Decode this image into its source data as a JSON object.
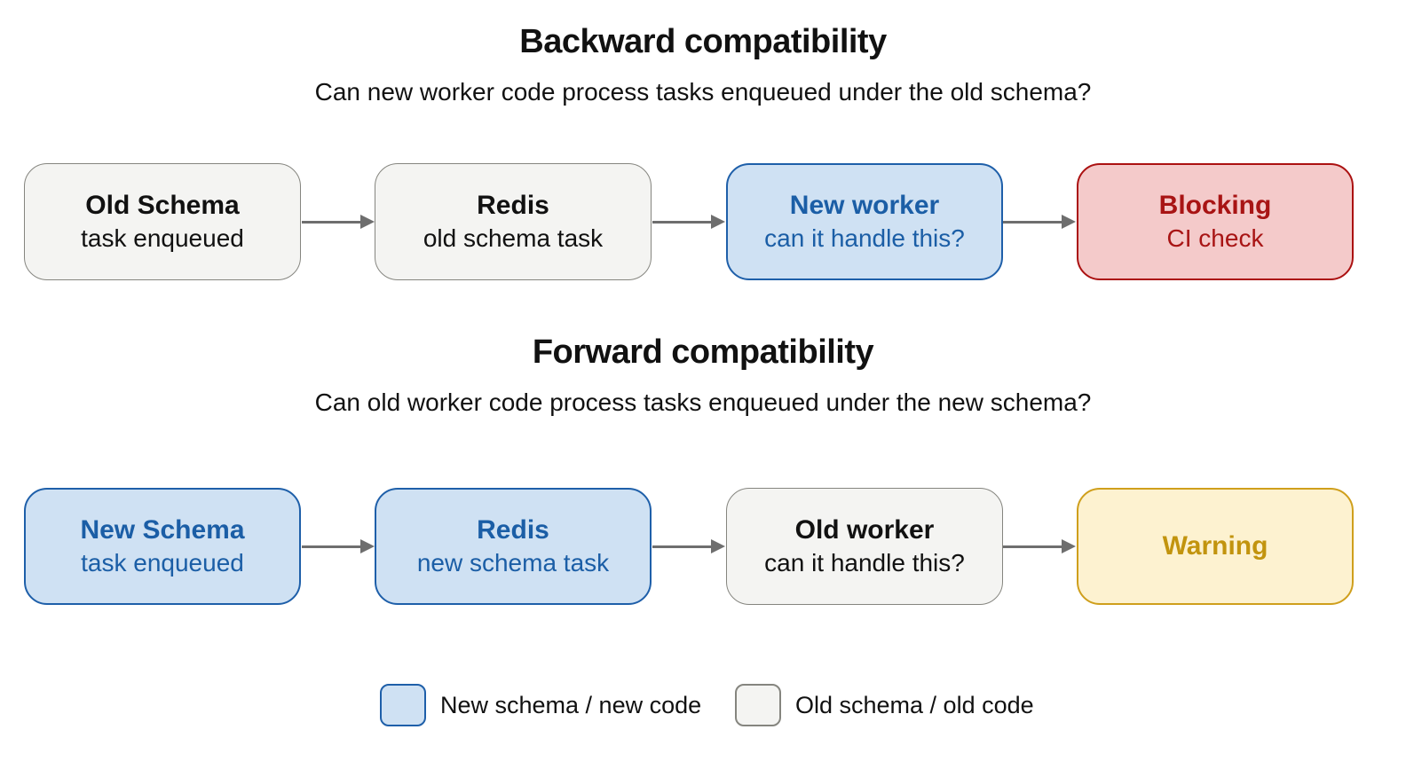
{
  "colors": {
    "background": "#ffffff",
    "text": "#111111",
    "arrow": "#6e6e6e",
    "old-fill": "#f4f4f2",
    "old-border": "#85857f",
    "old-text": "#111111",
    "new-fill": "#cfe1f3",
    "new-border": "#1e5fa9",
    "new-text": "#1b5ea6",
    "blocking-fill": "#f4caca",
    "blocking-border": "#ab1111",
    "blocking-text": "#a81414",
    "warning-fill": "#fdf2d0",
    "warning-border": "#cf9f1c",
    "warning-text": "#c2940e"
  },
  "sections": [
    {
      "id": "backward",
      "title": "Backward compatibility",
      "subtitle": "Can new worker code process tasks enqueued under the old schema?",
      "boxes": [
        {
          "title": "Old Schema",
          "subtitle": "task enqueued",
          "variant": "old"
        },
        {
          "title": "Redis",
          "subtitle": "old schema task",
          "variant": "old"
        },
        {
          "title": "New worker",
          "subtitle": "can it handle this?",
          "variant": "new"
        },
        {
          "title": "Blocking",
          "subtitle": "CI check",
          "variant": "blocking"
        }
      ]
    },
    {
      "id": "forward",
      "title": "Forward compatibility",
      "subtitle": "Can old worker code process tasks enqueued under the new schema?",
      "boxes": [
        {
          "title": "New Schema",
          "subtitle": "task enqueued",
          "variant": "new"
        },
        {
          "title": "Redis",
          "subtitle": "new schema task",
          "variant": "new"
        },
        {
          "title": "Old worker",
          "subtitle": "can it handle this?",
          "variant": "old"
        },
        {
          "title": "Warning",
          "subtitle": "",
          "variant": "warning"
        }
      ]
    }
  ],
  "legend": [
    {
      "label": "New schema / new code",
      "variant": "new"
    },
    {
      "label": "Old schema / old code",
      "variant": "old"
    }
  ]
}
